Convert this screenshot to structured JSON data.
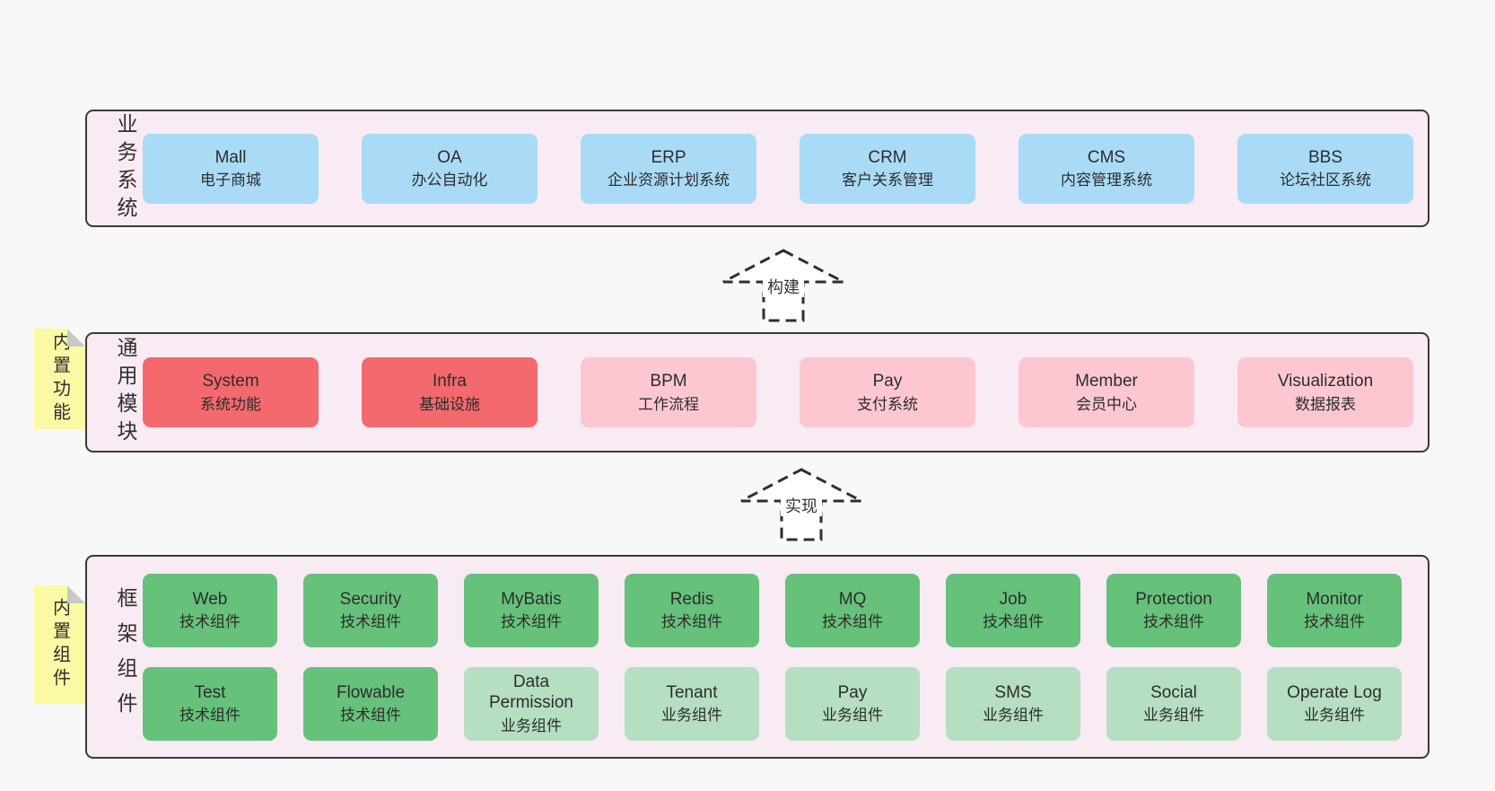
{
  "colors": {
    "page_bg": "#f8f8f8",
    "panel_bg": "#f8ebf3",
    "panel_border": "#3a3a3a",
    "blue": "#a9dbf6",
    "red": "#f4696e",
    "pink": "#fcc7d1",
    "green": "#66c17b",
    "lightgreen": "#b5dfc0",
    "yellow_tab": "#fafaa5",
    "fold_gray": "#c8c8c8",
    "text": "#333333"
  },
  "sections": {
    "business": {
      "label": "业务系统",
      "boxes": [
        {
          "name": "Mall",
          "desc": "电子商城",
          "color": "blue"
        },
        {
          "name": "OA",
          "desc": "办公自动化",
          "color": "blue"
        },
        {
          "name": "ERP",
          "desc": "企业资源计划系统",
          "color": "blue"
        },
        {
          "name": "CRM",
          "desc": "客户关系管理",
          "color": "blue"
        },
        {
          "name": "CMS",
          "desc": "内容管理系统",
          "color": "blue"
        },
        {
          "name": "BBS",
          "desc": "论坛社区系统",
          "color": "blue"
        }
      ]
    },
    "modules": {
      "label": "通用模块",
      "tag": "内置功能",
      "boxes": [
        {
          "name": "System",
          "desc": "系统功能",
          "color": "red"
        },
        {
          "name": "Infra",
          "desc": "基础设施",
          "color": "red"
        },
        {
          "name": "BPM",
          "desc": "工作流程",
          "color": "pink"
        },
        {
          "name": "Pay",
          "desc": "支付系统",
          "color": "pink"
        },
        {
          "name": "Member",
          "desc": "会员中心",
          "color": "pink"
        },
        {
          "name": "Visualization",
          "desc": "数据报表",
          "color": "pink"
        }
      ]
    },
    "framework": {
      "label": "框架组件",
      "tag": "内置组件",
      "row1": [
        {
          "name": "Web",
          "desc": "技术组件",
          "color": "green"
        },
        {
          "name": "Security",
          "desc": "技术组件",
          "color": "green"
        },
        {
          "name": "MyBatis",
          "desc": "技术组件",
          "color": "green"
        },
        {
          "name": "Redis",
          "desc": "技术组件",
          "color": "green"
        },
        {
          "name": "MQ",
          "desc": "技术组件",
          "color": "green"
        },
        {
          "name": "Job",
          "desc": "技术组件",
          "color": "green"
        },
        {
          "name": "Protection",
          "desc": "技术组件",
          "color": "green"
        },
        {
          "name": "Monitor",
          "desc": "技术组件",
          "color": "green"
        }
      ],
      "row2": [
        {
          "name": "Test",
          "desc": "技术组件",
          "color": "green"
        },
        {
          "name": "Flowable",
          "desc": "技术组件",
          "color": "green"
        },
        {
          "name": "Data Permission",
          "desc": "业务组件",
          "color": "lightgreen"
        },
        {
          "name": "Tenant",
          "desc": "业务组件",
          "color": "lightgreen"
        },
        {
          "name": "Pay",
          "desc": "业务组件",
          "color": "lightgreen"
        },
        {
          "name": "SMS",
          "desc": "业务组件",
          "color": "lightgreen"
        },
        {
          "name": "Social",
          "desc": "业务组件",
          "color": "lightgreen"
        },
        {
          "name": "Operate Log",
          "desc": "业务组件",
          "color": "lightgreen"
        }
      ]
    }
  },
  "arrows": {
    "build": "构建",
    "implement": "实现"
  }
}
